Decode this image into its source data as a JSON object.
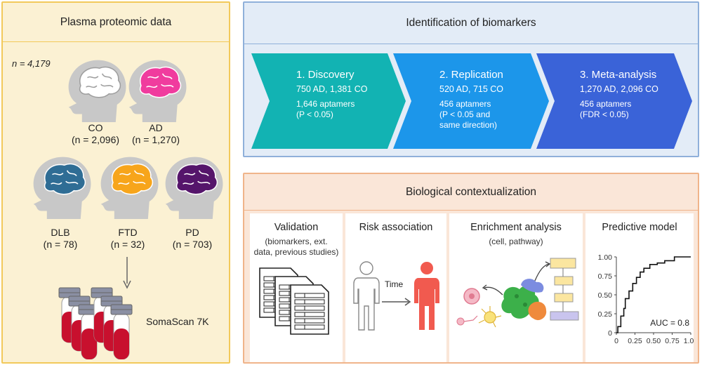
{
  "left": {
    "title": "Plasma proteomic data",
    "n_total": "n = 4,179",
    "groups": [
      {
        "name": "CO",
        "count": "(n = 2,096)",
        "color": "#ffffff"
      },
      {
        "name": "AD",
        "count": "(n = 1,270)",
        "color": "#f03c9e"
      },
      {
        "name": "DLB",
        "count": "(n = 78)",
        "color": "#2f6d95"
      },
      {
        "name": "FTD",
        "count": "(n = 32)",
        "color": "#f7a51b"
      },
      {
        "name": "PD",
        "count": "(n = 703)",
        "color": "#55156b"
      }
    ],
    "platform": "SomaScan 7K"
  },
  "identification": {
    "title": "Identification of biomarkers",
    "steps": [
      {
        "title": "1. Discovery",
        "samples": "750 AD, 1,381 CO",
        "line1": "1,646 aptamers",
        "line2": "(P < 0.05)",
        "line3": "",
        "color": "#12b3b3"
      },
      {
        "title": "2. Replication",
        "samples": "520 AD, 715 CO",
        "line1": "456 aptamers",
        "line2": "(P < 0.05 and",
        "line3": "same direction)",
        "color": "#1c96ea"
      },
      {
        "title": "3. Meta-analysis",
        "samples": "1,270 AD, 2,096 CO",
        "line1": "456 aptamers",
        "line2": "(FDR < 0.05)",
        "line3": "",
        "color": "#3a63d8"
      }
    ]
  },
  "contextualization": {
    "title": "Biological contextualization",
    "validation": {
      "title": "Validation",
      "sub1": "(biomarkers, ext.",
      "sub2": "data, previous studies)"
    },
    "risk": {
      "title": "Risk association",
      "time_label": "Time"
    },
    "enrichment": {
      "title": "Enrichment analysis",
      "sub": "(cell, pathway)"
    },
    "predictive": {
      "title": "Predictive model",
      "auc": "AUC = 0.8",
      "y_ticks": [
        "1.00",
        "0.75",
        "0.50",
        "0.25",
        "0"
      ],
      "x_ticks": [
        "0",
        "0.25",
        "0.50",
        "0.75",
        "1.00"
      ]
    }
  },
  "chart_data": {
    "type": "line",
    "title": "Predictive model",
    "xlabel": "",
    "ylabel": "",
    "xlim": [
      0,
      1
    ],
    "ylim": [
      0,
      1
    ],
    "x_ticks": [
      "0",
      "0.25",
      "0.50",
      "0.75",
      "1.00"
    ],
    "y_ticks": [
      "0",
      "0.25",
      "0.50",
      "0.75",
      "1.00"
    ],
    "annotation": "AUC = 0.8",
    "grid": false,
    "series": [
      {
        "x": [
          0,
          0.02,
          0.02,
          0.06,
          0.06,
          0.1,
          0.1,
          0.12,
          0.12,
          0.17,
          0.17,
          0.22,
          0.22,
          0.27,
          0.27,
          0.32,
          0.32,
          0.37,
          0.37,
          0.45,
          0.45,
          0.55,
          0.55,
          0.65,
          0.65,
          0.78,
          0.78,
          1.0
        ],
        "y": [
          0,
          0,
          0.08,
          0.08,
          0.22,
          0.22,
          0.32,
          0.32,
          0.45,
          0.45,
          0.55,
          0.55,
          0.65,
          0.65,
          0.73,
          0.73,
          0.8,
          0.8,
          0.85,
          0.85,
          0.9,
          0.9,
          0.92,
          0.92,
          0.95,
          0.95,
          1.0,
          1.0
        ]
      }
    ]
  }
}
